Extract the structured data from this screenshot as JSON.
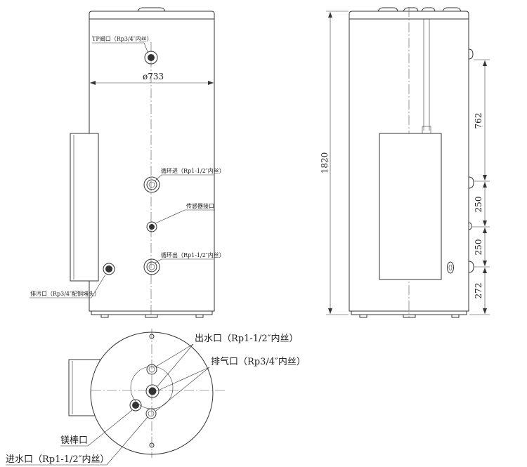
{
  "front_view": {
    "tp_valve_label": "TP阀口（Rp3/4″内丝）",
    "diameter_label": "ø733",
    "circ_in_label": "循环进（Rp1-1/2″内丝）",
    "sensor_label": "传感器接口",
    "circ_out_label": "循环出（Rp1-1/2″内丝）",
    "drain_label": "排污口（Rp3/4″配铜堵头）"
  },
  "side_view": {
    "height_label": "1820",
    "dim_1": "762",
    "dim_2": "250",
    "dim_3": "250",
    "dim_4": "272"
  },
  "top_view": {
    "outlet_label": "出水口（Rp1-1/2″内丝）",
    "vent_label": "排气口（Rp3/4″内丝）",
    "anode_label": "镁棒口",
    "inlet_label": "进水口（Rp1-1/2″内丝）"
  },
  "colors": {
    "line": "#333333",
    "background": "#ffffff"
  }
}
